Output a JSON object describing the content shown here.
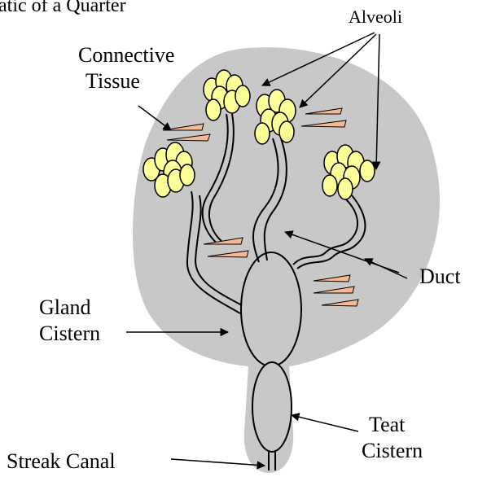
{
  "title_fragment": "atic of a Quarter",
  "labels": {
    "alveoli": "Alveoli",
    "connective_tissue_line1": "Connective",
    "connective_tissue_line2": "Tissue",
    "duct": "Duct",
    "gland_cistern_line1": "Gland",
    "gland_cistern_line2": "Cistern",
    "teat_cistern_line1": "Teat",
    "teat_cistern_line2": "Cistern",
    "streak_canal": "Streak Canal"
  },
  "colors": {
    "quarter_fill": "#c8c8c8",
    "alveoli_fill": "#ffff99",
    "tissue_fill": "#f5b995",
    "line": "#000000"
  }
}
